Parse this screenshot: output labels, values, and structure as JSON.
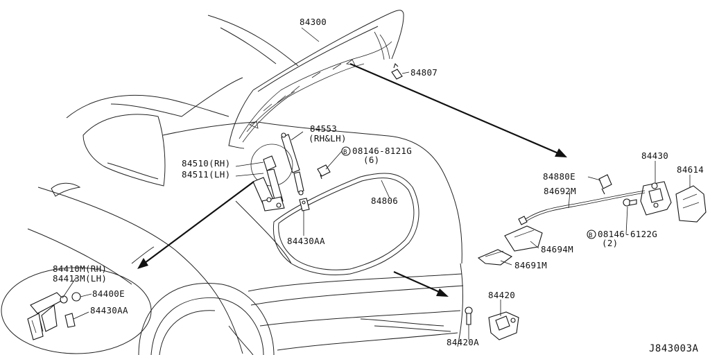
{
  "diagram_code": "J843003A",
  "labels": {
    "trunk_lid": "84300",
    "bumper_stop": "84807",
    "gas_stay": "84553",
    "gas_stay_side": "(RH&LH)",
    "bolt_1_code": "08146-8121G",
    "bolt_1_qty": "(6)",
    "hinge_rh": "84510(RH)",
    "hinge_lh": "84511(LH)",
    "weatherstrip": "84806",
    "striker_aa": "84430AA",
    "lock": "84430",
    "lock_cover": "84614",
    "switch": "84880E",
    "cable": "84692M",
    "bolt_2_code": "08146-6122G",
    "bolt_2_qty": "(2)",
    "handle_cover": "84694M",
    "handle": "84691M",
    "striker": "84420",
    "striker_bolt": "84420A",
    "detail_hinge_rh": "84410M(RH)",
    "detail_hinge_lh": "84413M(LH)",
    "detail_bushing": "84400E",
    "detail_striker_aa": "84430AA"
  },
  "bolt_marker": "B"
}
